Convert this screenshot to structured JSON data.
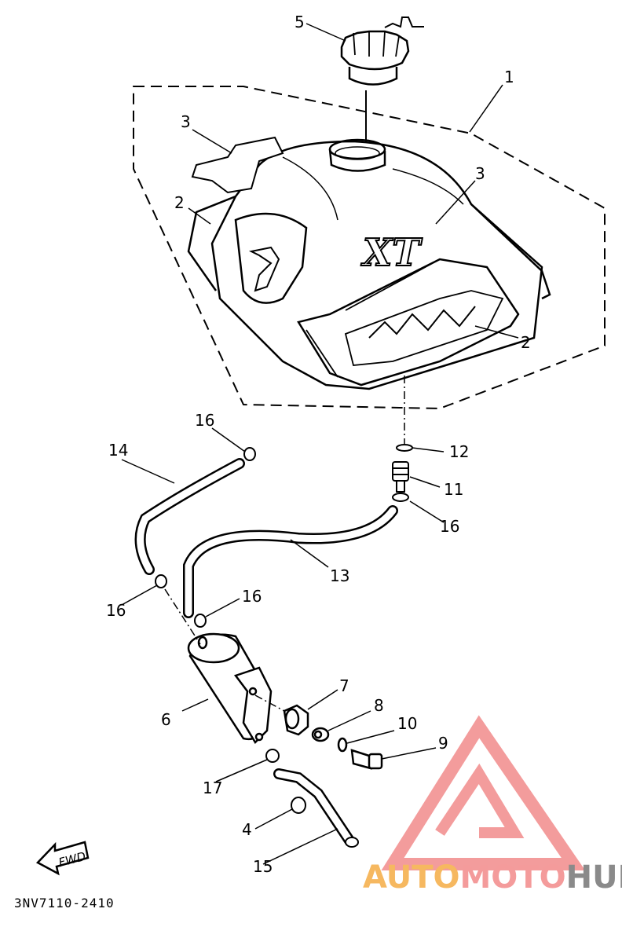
{
  "callouts": [
    {
      "id": "1",
      "text": "1"
    },
    {
      "id": "2a",
      "text": "2"
    },
    {
      "id": "2b",
      "text": "2"
    },
    {
      "id": "3a",
      "text": "3"
    },
    {
      "id": "3b",
      "text": "3"
    },
    {
      "id": "4",
      "text": "4"
    },
    {
      "id": "5",
      "text": "5"
    },
    {
      "id": "6",
      "text": "6"
    },
    {
      "id": "7",
      "text": "7"
    },
    {
      "id": "8",
      "text": "8"
    },
    {
      "id": "9",
      "text": "9"
    },
    {
      "id": "10",
      "text": "10"
    },
    {
      "id": "11",
      "text": "11"
    },
    {
      "id": "12",
      "text": "12"
    },
    {
      "id": "13",
      "text": "13"
    },
    {
      "id": "14",
      "text": "14"
    },
    {
      "id": "15",
      "text": "15"
    },
    {
      "id": "16a",
      "text": "16"
    },
    {
      "id": "16b",
      "text": "16"
    },
    {
      "id": "16c",
      "text": "16"
    },
    {
      "id": "16d",
      "text": "16"
    },
    {
      "id": "17",
      "text": "17"
    }
  ],
  "tank_logo": "XT",
  "fwd_label": "FWD",
  "diagram_code": "3NV7110-2410",
  "watermark": {
    "part1": "AUTO",
    "part2": "MOTO",
    "part3": "HUB",
    "color1": "#f6b860",
    "color2": "#f49b9b",
    "color3": "#8a8a8a",
    "logo_color": "#f28b8b"
  }
}
